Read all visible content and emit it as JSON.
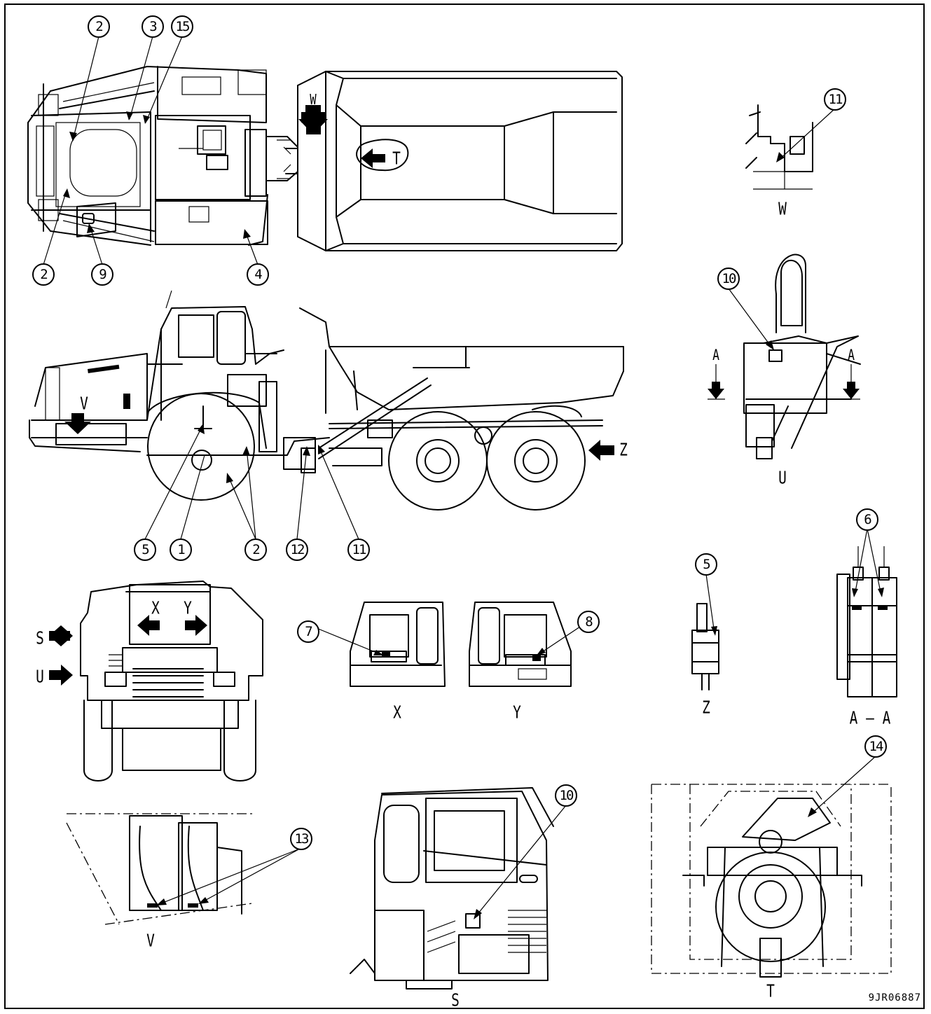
{
  "callouts": [
    {
      "id": "c-2-top",
      "text": "2"
    },
    {
      "id": "c-3",
      "text": "3"
    },
    {
      "id": "c-15",
      "text": "15"
    },
    {
      "id": "c-2-bottom",
      "text": "2"
    },
    {
      "id": "c-9",
      "text": "9"
    },
    {
      "id": "c-4",
      "text": "4"
    },
    {
      "id": "c-11-w",
      "text": "11"
    },
    {
      "id": "c-10-u",
      "text": "10"
    },
    {
      "id": "c-5-side",
      "text": "5"
    },
    {
      "id": "c-1",
      "text": "1"
    },
    {
      "id": "c-2-side",
      "text": "2"
    },
    {
      "id": "c-12",
      "text": "12"
    },
    {
      "id": "c-11-side",
      "text": "11"
    },
    {
      "id": "c-6",
      "text": "6"
    },
    {
      "id": "c-7",
      "text": "7"
    },
    {
      "id": "c-8",
      "text": "8"
    },
    {
      "id": "c-5-z",
      "text": "5"
    },
    {
      "id": "c-14",
      "text": "14"
    },
    {
      "id": "c-10-s",
      "text": "10"
    },
    {
      "id": "c-13",
      "text": "13"
    }
  ],
  "view_labels": {
    "w": "W",
    "u": "U",
    "z": "Z",
    "aa": "A – A",
    "x": "X",
    "y": "Y",
    "v": "V",
    "s": "S",
    "t": "T"
  },
  "arrow_labels": {
    "w_top": "W",
    "t_body": "T",
    "v_side": "V",
    "z_side": "Z",
    "a_left": "A",
    "a_right": "A",
    "s_front": "S",
    "u_front": "U",
    "x_front": "X",
    "y_front": "Y"
  },
  "drawing_code": "9JR06887"
}
